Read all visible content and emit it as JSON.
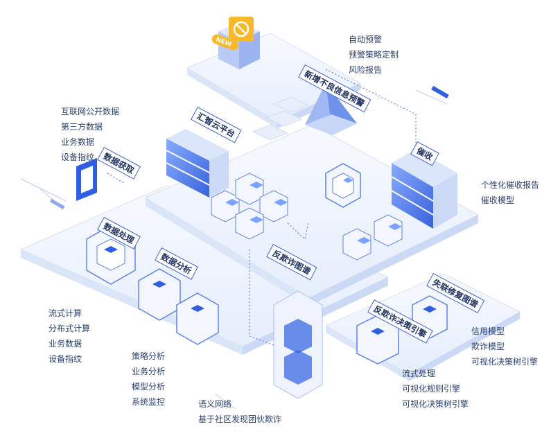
{
  "new_badge": "NEW",
  "tags": {
    "risk_alert": "新增不良信息预警",
    "cloud_platform": "汇智云平台",
    "data_acquisition": "数据获取",
    "collection": "催收",
    "data_processing": "数据处理",
    "data_analysis": "数据分析",
    "anti_fraud_graph": "反欺诈图谱",
    "anti_fraud_decision": "反欺诈决策引擎",
    "lost_contact_repair": "失联修复图谱"
  },
  "lists": {
    "alert_features": [
      "自动预警",
      "预警策略定制",
      "风险报告"
    ],
    "data_sources": [
      "互联网公开数据",
      "第三方数据",
      "业务数据",
      "设备指纹"
    ],
    "collection_features": [
      "个性化催收报告",
      "催收模型"
    ],
    "processing_features": [
      "流式计算",
      "分布式计算",
      "业务数据",
      "设备指纹"
    ],
    "analysis_features": [
      "策略分析",
      "业务分析",
      "模型分析",
      "系统监控"
    ],
    "graph_features": [
      "语义网络",
      "基于社区发现团伙欺诈"
    ],
    "decision_features": [
      "流式处理",
      "可视化规则引擎",
      "可视化决策树引擎"
    ],
    "repair_features": [
      "信用模型",
      "欺诈模型",
      "可视化决策树引擎"
    ]
  },
  "colors": {
    "primary": "#2f5fe0",
    "accent_yellow": "#f6b92b",
    "platform_top": "#f2f6fe",
    "platform_side": "#dfe8fb",
    "line": "#c9d6f2"
  },
  "icons": [
    "alert-shield-icon",
    "server-stack-icon",
    "cube-icon",
    "monitor-icon",
    "pyramid-icon"
  ]
}
